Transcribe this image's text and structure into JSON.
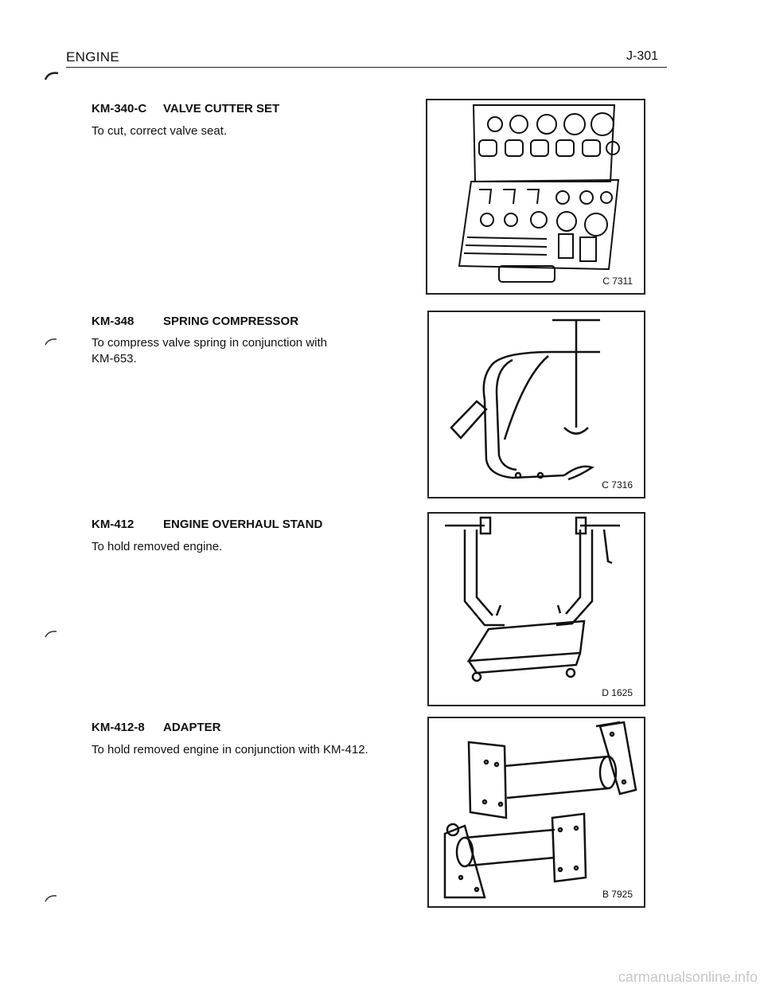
{
  "header": {
    "section": "ENGINE",
    "page": "J-301"
  },
  "tools": [
    {
      "code": "KM-340-C",
      "name": "VALVE CUTTER SET",
      "description": "To cut, correct valve seat.",
      "figure_label": "C 7311",
      "figure_icon": "valve-cutter-set-case"
    },
    {
      "code": "KM-348",
      "name": "SPRING COMPRESSOR",
      "description": "To compress valve spring in conjunction with KM-653.",
      "figure_label": "C 7316",
      "figure_icon": "spring-compressor-clamp"
    },
    {
      "code": "KM-412",
      "name": "ENGINE OVERHAUL STAND",
      "description": "To hold removed engine.",
      "figure_label": "D 1625",
      "figure_icon": "engine-stand-frame"
    },
    {
      "code": "KM-412-8",
      "name": "ADAPTER",
      "description": "To hold removed engine in conjunction with KM-412.",
      "figure_label": "B 7925",
      "figure_icon": "adapter-arms"
    }
  ],
  "watermark": "carmanualsonline.info"
}
